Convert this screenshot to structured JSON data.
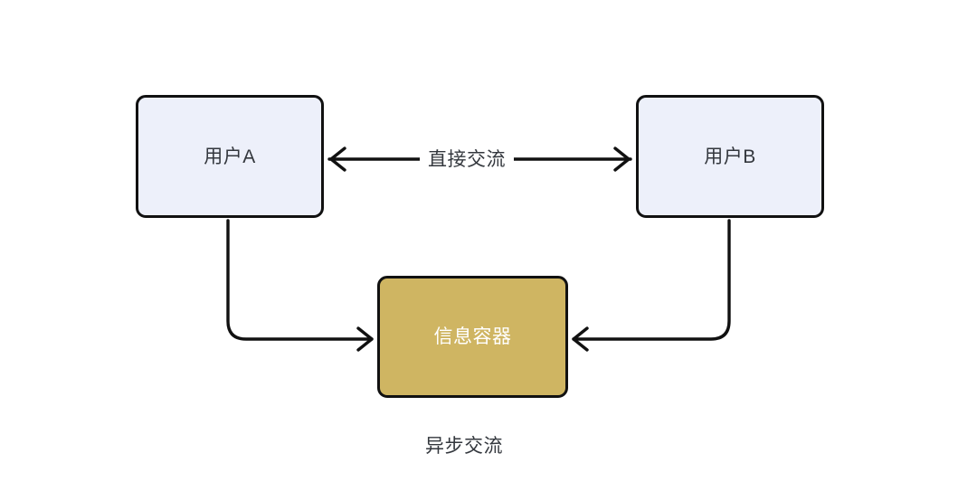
{
  "diagram": {
    "title": "异步交流",
    "background_color": "#ffffff",
    "nodes": [
      {
        "id": "user-a",
        "label": "用户A",
        "fill": "#edf0fa",
        "border_color": "#111111",
        "text_color": "#33373d"
      },
      {
        "id": "user-b",
        "label": "用户B",
        "fill": "#edf0fa",
        "border_color": "#111111",
        "text_color": "#33373d"
      },
      {
        "id": "message-store",
        "label": "信息容器",
        "fill": "#cfb562",
        "border_color": "#111111",
        "text_color": "#ffffff"
      }
    ],
    "edges": [
      {
        "id": "direct-communication",
        "label": "直接交流",
        "from": "user-a",
        "to": "user-b",
        "direction": "bidirectional",
        "stroke": "#111111"
      },
      {
        "id": "user-a-to-store",
        "label": "",
        "from": "user-a",
        "to": "message-store",
        "direction": "forward",
        "stroke": "#111111"
      },
      {
        "id": "user-b-to-store",
        "label": "",
        "from": "user-b",
        "to": "message-store",
        "direction": "forward",
        "stroke": "#111111"
      }
    ],
    "caption": "异步交流"
  }
}
